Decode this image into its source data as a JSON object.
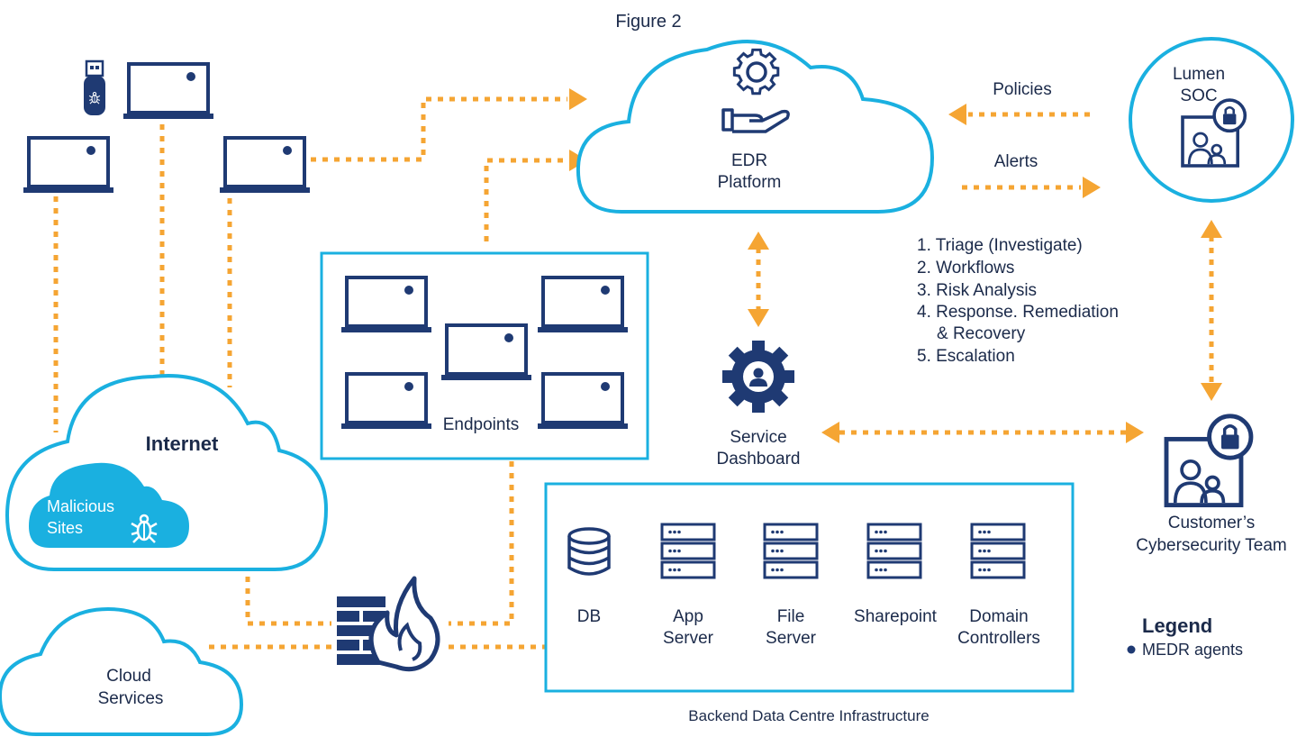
{
  "figure_title": "Figure 2",
  "colors": {
    "navy": "#1f3a73",
    "cyan": "#1ab0e0",
    "orange": "#f5a533",
    "text": "#1b2a4a",
    "white": "#ffffff"
  },
  "nodes": {
    "edr": {
      "line1": "EDR",
      "line2": "Platform"
    },
    "lumen_soc": {
      "line1": "Lumen",
      "line2": "SOC"
    },
    "internet": {
      "label": "Internet"
    },
    "malicious_sites": {
      "line1": "Malicious",
      "line2": "Sites"
    },
    "cloud_services": {
      "line1": "Cloud",
      "line2": "Services"
    },
    "endpoints": {
      "label": "Endpoints"
    },
    "service_dashboard": {
      "line1": "Service",
      "line2": "Dashboard"
    },
    "customer_team": {
      "line1": "Customer’s",
      "line2": "Cybersecurity Team"
    },
    "backend": {
      "caption": "Backend Data Centre Infrastructure",
      "db": {
        "line1": "DB"
      },
      "app_server": {
        "line1": "App",
        "line2": "Server"
      },
      "file_server": {
        "line1": "File",
        "line2": "Server"
      },
      "sharepoint": {
        "line1": "Sharepoint"
      },
      "domain_controllers": {
        "line1": "Domain",
        "line2": "Controllers"
      }
    }
  },
  "edges": {
    "policies": "Policies",
    "alerts": "Alerts"
  },
  "process_steps": [
    "1. Triage (Investigate)",
    "2. Workflows",
    "3. Risk Analysis",
    "4. Response. Remediation",
    "& Recovery",
    "5. Escalation"
  ],
  "legend": {
    "title": "Legend",
    "item": "MEDR agents"
  },
  "icons": [
    "gear-icon",
    "hand-icon",
    "laptop-icon",
    "usb-malware-icon",
    "bug-icon",
    "firewall-icon",
    "database-icon",
    "server-icon",
    "analyst-lock-icon",
    "user-gear-icon",
    "arrow-icon"
  ]
}
